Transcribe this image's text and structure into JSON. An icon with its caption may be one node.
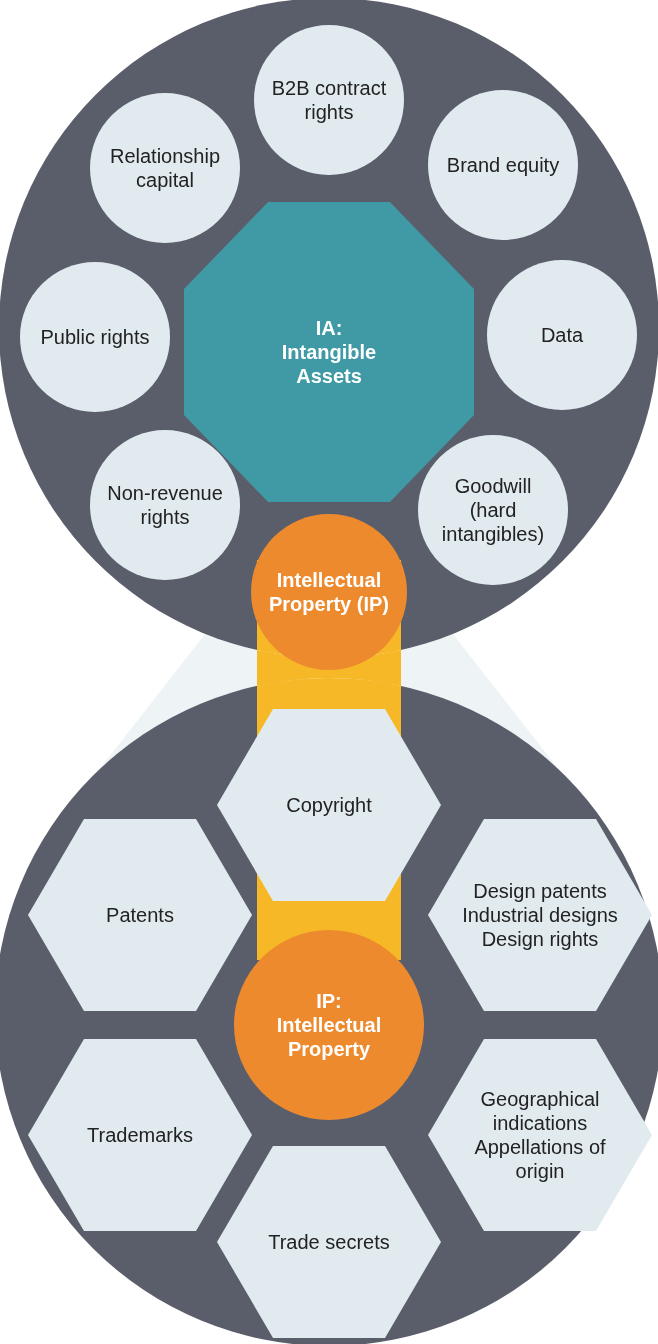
{
  "diagram": {
    "nodes": [
      {
        "text": [],
        "shape": "circle"
      },
      {
        "text": [
          "B2B contract rights"
        ],
        "in": 0
      },
      {
        "text": [
          "Relationship capital"
        ],
        "in": 0
      },
      {
        "text": [
          "Brand equity"
        ],
        "in": 0
      },
      {
        "text": [
          "IA: Intangible Assets"
        ],
        "in": 0
      },
      {
        "text": [
          "Public rights"
        ],
        "in": 0
      },
      {
        "text": [
          "Data"
        ],
        "in": 0
      },
      {
        "text": [
          "Non-revenue rights"
        ],
        "in": 0
      },
      {
        "text": [
          "Goodwill (hard intangibles)"
        ],
        "in": 0
      },
      {
        "text": [
          "Intellectual Property (IP)"
        ],
        "in": 0
      },
      {
        "text": [],
        "shape": "circle"
      },
      {
        "text": [
          "Copyright"
        ],
        "in": 10
      },
      {
        "text": [
          "Patents"
        ],
        "in": 10
      },
      {
        "text": [
          "Design patents",
          "Industrial designs",
          "Design rights"
        ],
        "in": 10
      },
      {
        "text": [
          "IP: Intellectual Property"
        ],
        "in": 10
      },
      {
        "text": [
          "Trademarks"
        ],
        "in": 10
      },
      {
        "text": [
          "Geographical indications",
          "Appellations of origin"
        ],
        "in": 10
      },
      {
        "text": [
          "Trade secrets"
        ],
        "in": 10
      }
    ]
  }
}
